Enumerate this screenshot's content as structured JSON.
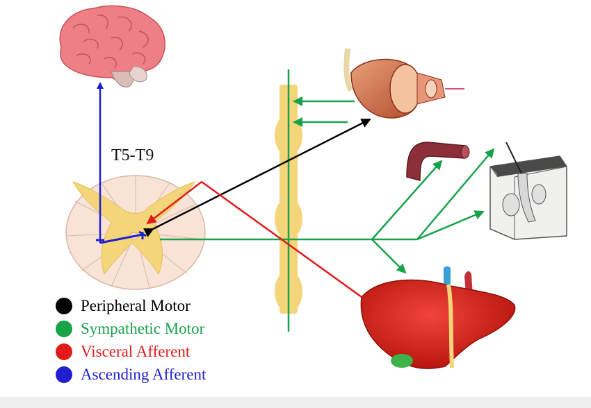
{
  "segment_label": "T5-T9",
  "legend": [
    {
      "label": "Peripheral Motor",
      "color": "#000000"
    },
    {
      "label": "Sympathetic Motor",
      "color": "#18a24a"
    },
    {
      "label": "Visceral Afferent",
      "color": "#e31a1a"
    },
    {
      "label": "Ascending Afferent",
      "color": "#1f1fd0"
    }
  ],
  "colors": {
    "peripheral_motor": "#000000",
    "sympathetic_motor": "#18a24a",
    "visceral_afferent": "#e31a1a",
    "ascending_afferent": "#1f1fd0",
    "sympathetic_chain": "#f4d57a",
    "brain": "#ef7f86",
    "liver": "#d9261f",
    "vessel": "#8c2f3a",
    "skin": "#d8d8d8"
  },
  "icons": [
    "brain-icon",
    "spinal-cord-section-icon",
    "sympathetic-chain-icon",
    "muscle-icon",
    "blood-vessel-icon",
    "skin-hair-follicle-icon",
    "liver-icon"
  ]
}
